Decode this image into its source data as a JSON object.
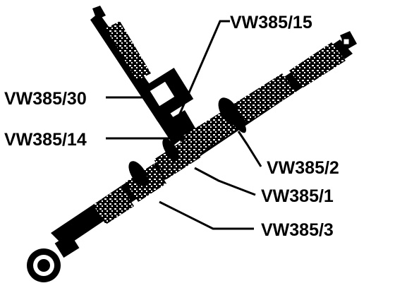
{
  "figure": {
    "part_labels": [
      "VW385/15",
      "VW385/30",
      "VW385/14",
      "VW385/2",
      "VW385/1",
      "VW385/3"
    ]
  }
}
